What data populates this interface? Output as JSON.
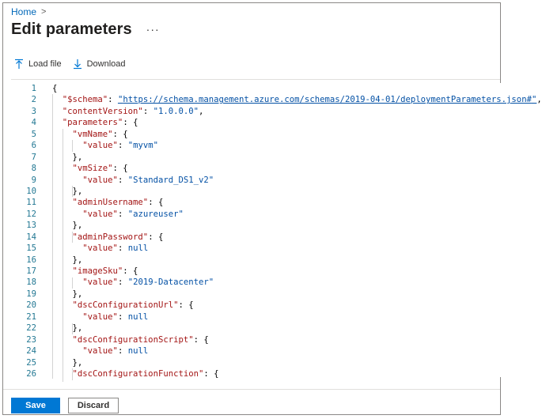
{
  "breadcrumb": {
    "home": "Home",
    "separator": ">"
  },
  "header": {
    "title": "Edit parameters",
    "more": "···"
  },
  "toolbar": {
    "load_label": "Load file",
    "download_label": "Download"
  },
  "editor": {
    "line_numbers": [
      "1",
      "2",
      "3",
      "4",
      "5",
      "6",
      "7",
      "8",
      "9",
      "10",
      "11",
      "12",
      "13",
      "14",
      "15",
      "16",
      "17",
      "18",
      "19",
      "20",
      "21",
      "22",
      "23",
      "24",
      "25",
      "26"
    ],
    "schema_url": "https://schema.management.azure.com/schemas/2019-04-01/deploymentParameters.json#",
    "content_version": "1.0.0.0",
    "params": {
      "vmName": "myvm",
      "vmSize": "Standard_DS1_v2",
      "adminUsername": "azureuser",
      "adminPassword": "null",
      "imageSku": "2019-Datacenter",
      "dscConfigurationUrl": "null",
      "dscConfigurationScript": "null"
    }
  },
  "footer": {
    "save_label": "Save",
    "discard_label": "Discard"
  },
  "colors": {
    "accent": "#0078d4",
    "json_key": "#a31515",
    "json_value": "#0451a5",
    "line_number": "#237893"
  }
}
